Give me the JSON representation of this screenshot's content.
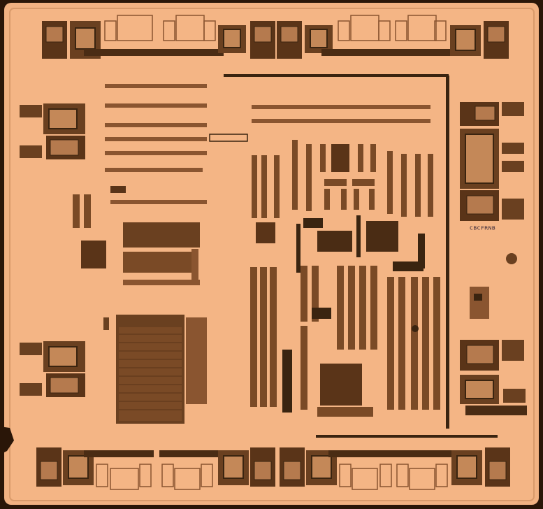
{
  "image": {
    "die_marking": "CBCFRNB",
    "colors": {
      "substrate": "#f2b282",
      "metal_dark": "#3a2410",
      "metal_mid": "#6a4020",
      "pad_fill": "#b57a4e",
      "trace": "#8a5530",
      "edge": "#2a1608"
    },
    "regions": [
      "top-pad-row",
      "bottom-pad-row",
      "left-pad-column",
      "right-pad-column",
      "logic-core",
      "memory-array",
      "interconnect-bus",
      "die-marking"
    ]
  }
}
